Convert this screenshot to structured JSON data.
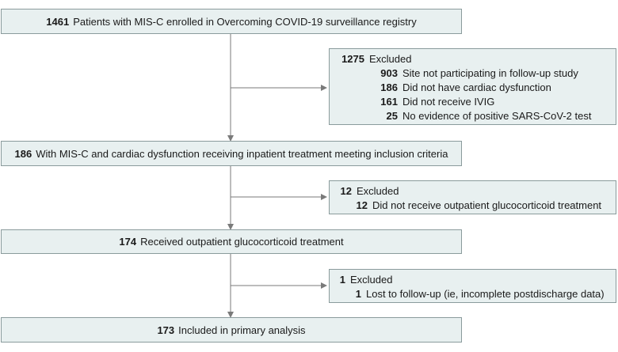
{
  "colors": {
    "box_fill": "#e8f0f0",
    "box_border": "#8a9b9c",
    "connector": "#7a7a7a"
  },
  "steps": [
    {
      "count": "1461",
      "text": "Patients with MIS-C enrolled in Overcoming COVID-19 surveillance registry"
    },
    {
      "count": "186",
      "text": "With MIS-C and cardiac dysfunction receiving inpatient treatment meeting inclusion criteria"
    },
    {
      "count": "174",
      "text": "Received outpatient glucocorticoid treatment"
    },
    {
      "count": "173",
      "text": "Included in primary analysis"
    }
  ],
  "exclusions": [
    {
      "count": "1275",
      "label": "Excluded",
      "reasons": [
        {
          "count": "903",
          "text": "Site not participating in follow-up study"
        },
        {
          "count": "186",
          "text": "Did not have cardiac dysfunction"
        },
        {
          "count": "161",
          "text": "Did not receive IVIG"
        },
        {
          "count": "25",
          "text": "No evidence of positive SARS-CoV-2 test"
        }
      ]
    },
    {
      "count": "12",
      "label": "Excluded",
      "reasons": [
        {
          "count": "12",
          "text": "Did not receive outpatient glucocorticoid treatment"
        }
      ]
    },
    {
      "count": "1",
      "label": "Excluded",
      "reasons": [
        {
          "count": "1",
          "text": "Lost to follow-up (ie, incomplete postdischarge data)"
        }
      ]
    }
  ]
}
